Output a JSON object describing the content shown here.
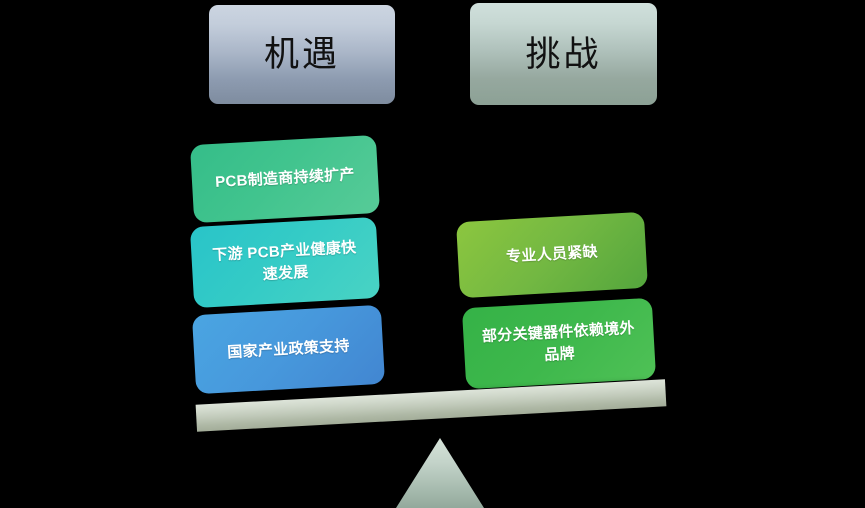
{
  "background_color": "#000000",
  "headers": {
    "opportunity": {
      "label": "机遇",
      "gradient_top": "#ccd5e1",
      "gradient_bottom": "#7e8c9f"
    },
    "challenge": {
      "label": "挑战",
      "gradient_top": "#d0e0dc",
      "gradient_bottom": "#8ca195"
    }
  },
  "opportunity_cards": [
    {
      "label": "PCB制造商持续扩产",
      "color_start": "#35bd89",
      "color_end": "#57cb98"
    },
    {
      "label": "下游 PCB产业健康快速发展",
      "color_start": "#29c4c9",
      "color_end": "#49d3c4"
    },
    {
      "label": "国家产业政策支持",
      "color_start": "#4aa5e2",
      "color_end": "#4286d1"
    }
  ],
  "challenge_cards": [
    {
      "label": "专业人员紧缺",
      "color_start": "#8cc63f",
      "color_end": "#54a63d"
    },
    {
      "label": "部分关键器件依赖境外品牌",
      "color_start": "#35b247",
      "color_end": "#4fc156"
    }
  ],
  "balance": {
    "beam_color_top": "#dde4d9",
    "beam_color_bottom": "#a3ad99",
    "fulcrum_color_top": "#d6e3da",
    "fulcrum_color_bottom": "#93a99c",
    "tilt_degrees": "-3.1"
  }
}
